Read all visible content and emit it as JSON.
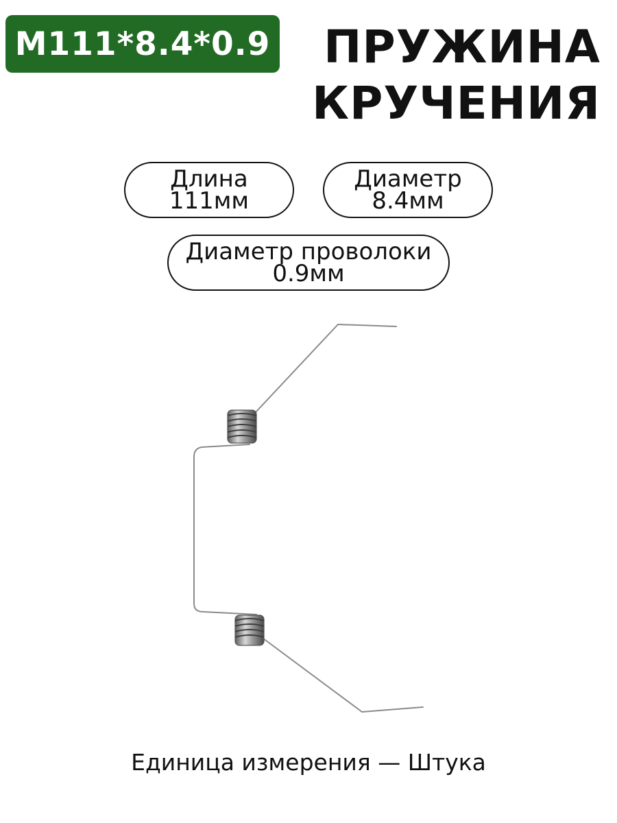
{
  "badge": {
    "label": "M111*8.4*0.9",
    "bg_color": "#226b24"
  },
  "title": {
    "line1": "ПРУЖИНА",
    "line2": "КРУЧЕНИЯ"
  },
  "specs": {
    "length": {
      "label": "Длина",
      "value": "111мм"
    },
    "diameter": {
      "label": "Диаметр",
      "value": "8.4мм"
    },
    "wire": {
      "label": "Диаметр проволоки",
      "value": "0.9мм"
    }
  },
  "product_image": {
    "icon": "torsion-spring-icon"
  },
  "footer": {
    "text": "Единица измерения — Штука"
  }
}
